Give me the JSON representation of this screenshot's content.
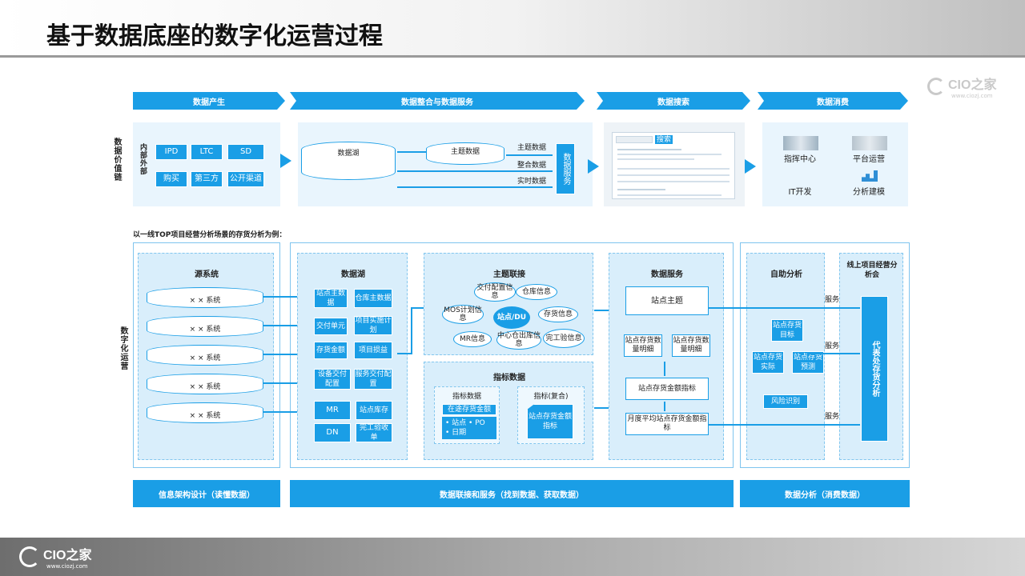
{
  "page_title": "基于数据底座的数字化运营过程",
  "watermark": {
    "brand": "CIO之家",
    "url": "www.ciozj.com"
  },
  "footer_logo": {
    "brand": "CIO之家",
    "url": "www.ciozj.com"
  },
  "top_flow": {
    "stages": [
      "数据产生",
      "数据整合与数据服务",
      "数据搜索",
      "数据消费"
    ],
    "row_label": "数据价值链",
    "gen": {
      "side_label": "内部外部",
      "boxes": [
        "IPD",
        "LTC",
        "SD",
        "购买",
        "第三方",
        "公开渠道"
      ]
    },
    "integ": {
      "lake": "数据湖",
      "theme": "主题数据",
      "outputs": [
        "主题数据",
        "整合数据",
        "实时数据"
      ],
      "service": "数据服务"
    },
    "search": {
      "search_btn": "搜索"
    },
    "consume": {
      "items": [
        "指挥中心",
        "平台运营",
        "IT开发",
        "分析建模"
      ]
    }
  },
  "example_caption": "以一线TOP项目经营分析场景的存货分析为例：",
  "bottom": {
    "row_label": "数字化运营",
    "source": {
      "title": "源系统",
      "systems": [
        "× × 系统",
        "× × 系统",
        "× × 系统",
        "× × 系统",
        "× × 系统"
      ]
    },
    "lake": {
      "title": "数据湖",
      "boxes": [
        "站点主数据",
        "仓库主数据",
        "交付单元",
        "项目实施计划",
        "存货金额",
        "项目损益",
        "设备交付配置",
        "服务交付配置",
        "MR",
        "站点库存",
        "DN",
        "完工验收单"
      ]
    },
    "theme": {
      "title": "主题联接",
      "center": "站点/DU",
      "nodes": [
        "交付配置信息",
        "仓库信息",
        "MOS计划信息",
        "存货信息",
        "MR信息",
        "中心仓出库信息",
        "完工验信息"
      ]
    },
    "metric": {
      "title": "指标数据",
      "left_title": "指标数据",
      "left_highlight": "在途存货金额",
      "left_items": [
        "• 站点  • PO",
        "• 日期"
      ],
      "right_title": "指标(复合)",
      "right_box": "站点存货金额指标"
    },
    "service": {
      "title": "数据服务",
      "boxes": [
        "站点主题",
        "站点存货数量明细",
        "站点存货数量明细",
        "站点存货金额指标",
        "月度平均站点存货金额指标"
      ]
    },
    "self": {
      "title": "自助分析",
      "boxes": [
        "站点存货目标",
        "站点存货实际",
        "站点存货预测",
        "风险识别"
      ]
    },
    "meeting": {
      "title": "线上项目经营分析会",
      "bar": "代表处存货分析",
      "links": [
        "服务",
        "服务",
        "服务"
      ]
    }
  },
  "bottom_bars": [
    "信息架构设计（读懂数据）",
    "数据联接和服务（找到数据、获取数据）",
    "数据分析（消费数据）"
  ]
}
